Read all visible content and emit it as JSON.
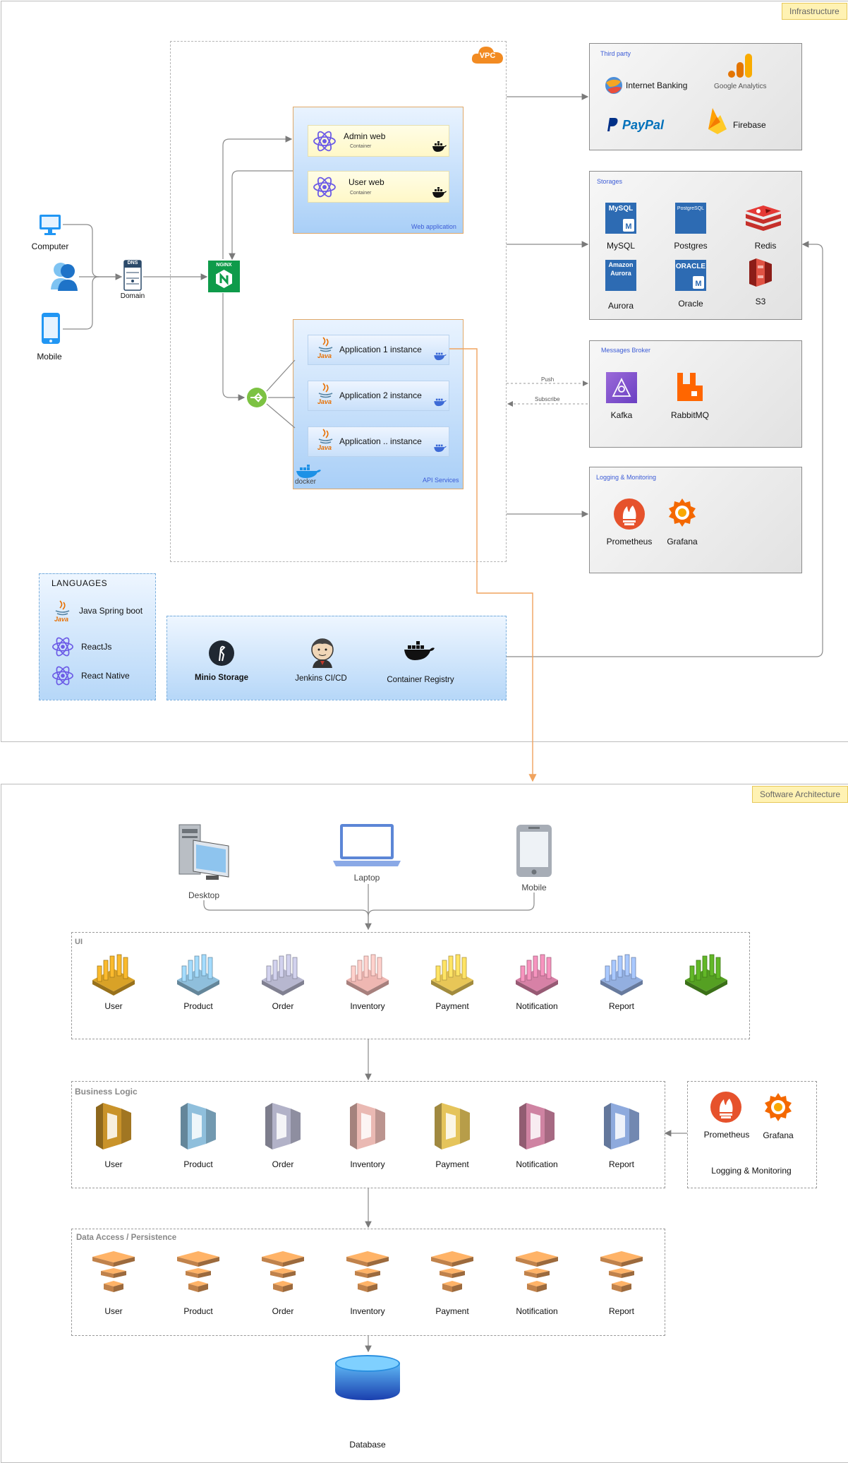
{
  "infra": {
    "tag": "Infrastructure",
    "vpc": "VPC",
    "clients": {
      "computer": "Computer",
      "mobile": "Mobile"
    },
    "dns": {
      "badge": "DNS",
      "label": "Domain"
    },
    "nginx": "NGINX",
    "web": {
      "admin": "Admin web",
      "user": "User web",
      "container": "Container",
      "caption": "Web application"
    },
    "api": {
      "app1": "Application 1 instance",
      "app2": "Application 2 instance",
      "appn": "Application .. instance",
      "caption": "API Services",
      "docker": "docker",
      "java": "Java"
    },
    "third_party": {
      "title": "Third party",
      "banking": "Internet Banking",
      "ga": "Google Analytics",
      "paypal": "PayPal",
      "firebase": "Firebase"
    },
    "storages": {
      "title": "Storages",
      "mysql": "MySQL",
      "postgres": "Postgres",
      "redis": "Redis",
      "aurora": "Aurora",
      "oracle": "Oracle",
      "s3": "S3",
      "mysql_badge": "MySQL",
      "pg_badge": "PostgreSQL",
      "aurora_badge1": "Amazon",
      "aurora_badge2": "Aurora",
      "oracle_badge": "ORACLE"
    },
    "broker": {
      "title": "Messages Broker",
      "kafka": "Kafka",
      "rabbit": "RabbitMQ",
      "push": "Push",
      "subscribe": "Subscribe"
    },
    "logging": {
      "title": "Logging & Monitoring",
      "prometheus": "Prometheus",
      "grafana": "Grafana"
    },
    "languages": {
      "title": "LANGUAGES",
      "java": "Java Spring boot",
      "react": "ReactJs",
      "native": "React Native"
    },
    "tools": {
      "minio": "Minio Storage",
      "jenkins": "Jenkins CI/CD",
      "registry": "Container Registry"
    }
  },
  "software": {
    "tag": "Software Architecture",
    "devices": {
      "desktop": "Desktop",
      "laptop": "Laptop",
      "mobile": "Mobile"
    },
    "ui": {
      "title": "UI",
      "items": [
        "User",
        "Product",
        "Order",
        "Inventory",
        "Payment",
        "Notification",
        "Report"
      ]
    },
    "business": {
      "title": "Business Logic",
      "items": [
        "User",
        "Product",
        "Order",
        "Inventory",
        "Payment",
        "Notification",
        "Report"
      ]
    },
    "data": {
      "title": "Data Access / Persistence",
      "items": [
        "User",
        "Product",
        "Order",
        "Inventory",
        "Payment",
        "Notification",
        "Report"
      ]
    },
    "monitor": {
      "prometheus": "Prometheus",
      "grafana": "Grafana",
      "caption": "Logging & Monitoring"
    },
    "database": "Database"
  },
  "colors": {
    "ui_tones": [
      "#d9a227",
      "#8fbfdc",
      "#b7b7cf",
      "#efb7b2",
      "#e8c657",
      "#d781a6",
      "#93afe0",
      "#55a022"
    ],
    "biz_tones": [
      "#c9932a",
      "#8fbfdc",
      "#b2b2c8",
      "#eab9b3",
      "#e5c45b",
      "#cf83a2",
      "#8eaadd"
    ],
    "orange": "#f0a35e",
    "db": "#2a8fdf"
  }
}
